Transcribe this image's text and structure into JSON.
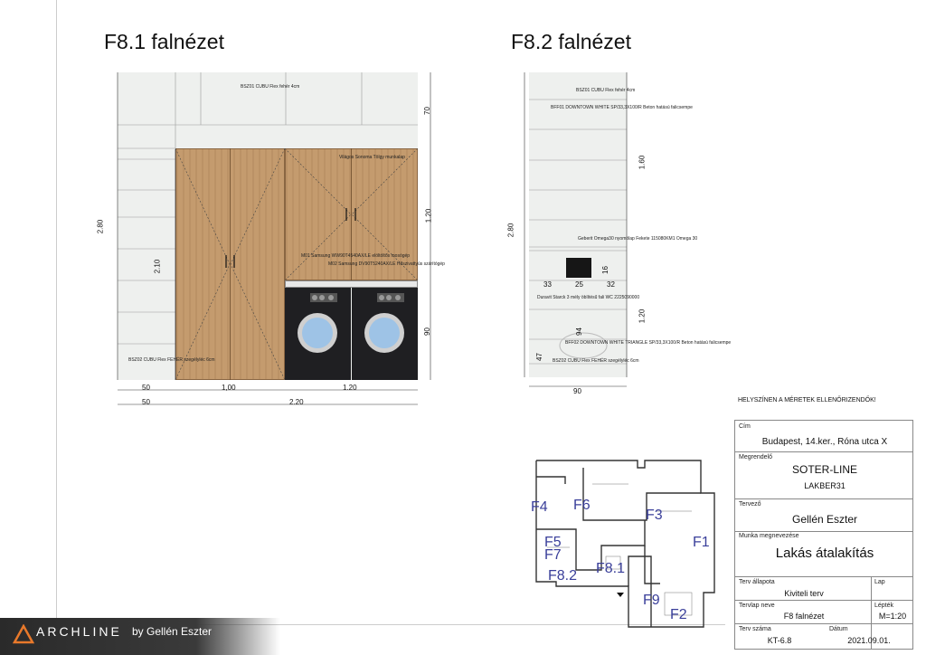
{
  "titles": {
    "left": "F8.1 falnézet",
    "right": "F8.2 falnézet"
  },
  "left_view": {
    "notes": {
      "bsz01": "BSZ01 CUBU Flex fehér 4cm",
      "worktop": "Világos Sonoma Tölgy munkalap",
      "m01": "M01 Samsung WW90T4540AX/LE elöltöltős mosógép",
      "m02": "M02 Samsung DV90T5240AX/LE Hőszivattyús szárítógép",
      "bsz02": "BSZ02 CUBU Flex FEHÉR szegélyléc 6cm"
    },
    "dims": {
      "h_total": "2.80",
      "h_cab": "2.10",
      "h_top": "70",
      "h_upper": "1.20",
      "h_mach": "90",
      "w_50a": "50",
      "w_100": "1,00",
      "w_120": "1.20",
      "w_50b": "50",
      "w_220": "2.20"
    }
  },
  "right_view": {
    "notes": {
      "bsz01": "BSZ01 CUBU Flex fehér 4cm",
      "bff01": "BFF01 DOWNTOWN WHITE SP/33,3X100/R Beton hatású falicsempe",
      "geberit": "Geberit Omega30 nyomólap Fekete 115080KM1 Omega 30",
      "duravit": "Duravit Starck 3 mély öblítésű fali WC 2225090000",
      "bff02": "BFF02 DOWNTOWN WHITE TRIANGLE SP/33,3X100/R Beton hatású falicsempe",
      "bsz02": "BSZ02 CUBU Flex FEHÉR szegélyléc 6cm"
    },
    "dims": {
      "h_total": "2.80",
      "h_top": "1.60",
      "h_bottom": "1.20",
      "d16": "16",
      "d33": "33",
      "d25": "25",
      "d32": "32",
      "d94": "94",
      "d47": "47",
      "w_90": "90"
    }
  },
  "warning": "HELYSZÍNEN A MÉRETEK ELLENŐRIZENDŐK!",
  "title_block": {
    "cim_label": "Cím",
    "cim_value": "Budapest, 14.ker., Róna utca X",
    "megrendelo_label": "Megrendelő",
    "megrendelo_value": "SOTER-LINE",
    "megrendelo_sub": "LAKBER31",
    "tervezo_label": "Tervező",
    "tervezo_value": "Gellén Eszter",
    "munka_label": "Munka megnevezése",
    "munka_value": "Lakás átalakítás",
    "allapot_label": "Terv állapota",
    "allapot_value": "Kiviteli terv",
    "lap_label": "Lap",
    "lapneve_label": "Tervlap neve",
    "lapneve_value": "F8 falnézet",
    "lepték_label": "Lépték",
    "lepték_value": "M=1:20",
    "szam_label": "Terv száma",
    "szam_value": "KT-6.8",
    "datum_label": "Dátum",
    "datum_value": "2021.09.01."
  },
  "floorplan_labels": [
    "F4",
    "F6",
    "F3",
    "F1",
    "F5",
    "F7",
    "F8.2",
    "F8.1",
    "F9",
    "F2"
  ],
  "brand": {
    "name": "ARCHLINE",
    "suffix": "by Gellén Eszter",
    "accent": "#e8792b"
  }
}
